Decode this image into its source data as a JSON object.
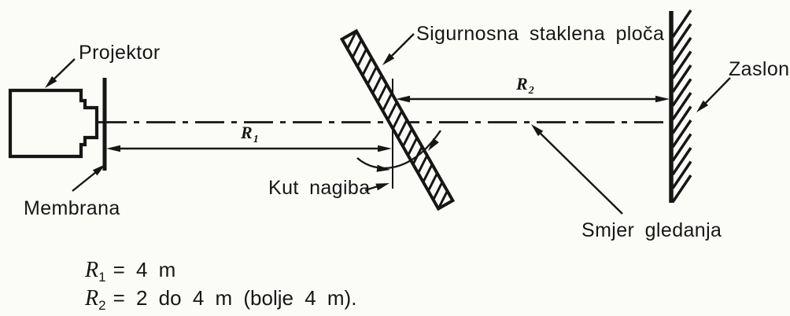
{
  "labels": {
    "projector": "Projektor",
    "membrane": "Membrana",
    "glass_plate": "Sigurnosna staklena ploča",
    "tilt_angle": "Kut nagiba",
    "screen": "Zaslon",
    "viewing_direction": "Smjer gledanja"
  },
  "dims": {
    "r1": {
      "symbol": "R",
      "sub": "1"
    },
    "r2": {
      "symbol": "R",
      "sub": "2"
    }
  },
  "notes": {
    "line1": {
      "symbol": "R",
      "sub": "1",
      "text": "= 4 m"
    },
    "line2": {
      "symbol": "R",
      "sub": "2",
      "text": "= 2 do 4 m (bolje 4 m)."
    }
  },
  "colors": {
    "ink": "#161616",
    "paper": "#fbfbf8"
  }
}
